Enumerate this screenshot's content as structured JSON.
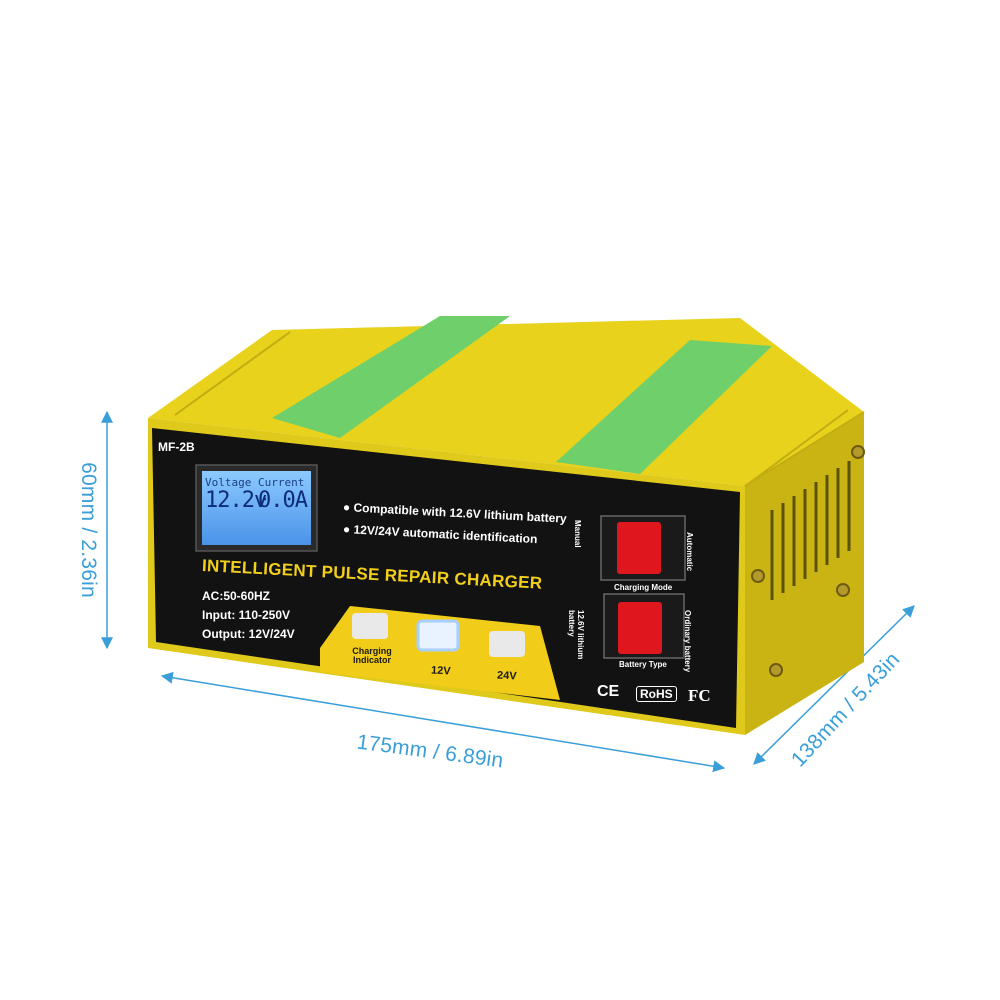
{
  "dimensions": {
    "height_label": "60mm / 2.36in",
    "width_label": "175mm / 6.89in",
    "depth_label": "138mm / 5.43in"
  },
  "device": {
    "model": "MF-2B",
    "lcd": {
      "heading": "Voltage Current",
      "voltage": "12.2v",
      "current": "0.0A"
    },
    "features": [
      "● Compatible with 12.6V lithium battery",
      "● 12V/24V automatic identification"
    ],
    "title": "INTELLIGENT PULSE REPAIR CHARGER",
    "specs": {
      "ac": "AC:50-60HZ",
      "input": "Input: 110-250V",
      "output": "Output: 12V/24V"
    },
    "buttons": {
      "indicator": "Charging Indicator",
      "v12": "12V",
      "v24": "24V"
    },
    "switches": {
      "manual": "Manual",
      "automatic": "Automatic",
      "charging_mode": "Charging Mode",
      "lithium": "12.6V lithium battery",
      "ordinary": "Ordinary battery",
      "battery_type": "Battery Type"
    },
    "certs": {
      "ce": "CE",
      "rohs": "RoHS",
      "fc": "FC"
    }
  },
  "colors": {
    "dimension_lines": "#3a9fd8",
    "body_yellow": "#e8d21c",
    "panel_black": "#121212",
    "green_tape": "#6fcf6a",
    "lcd_blue": "#5aa7f0",
    "switch_red": "#e0161e"
  }
}
